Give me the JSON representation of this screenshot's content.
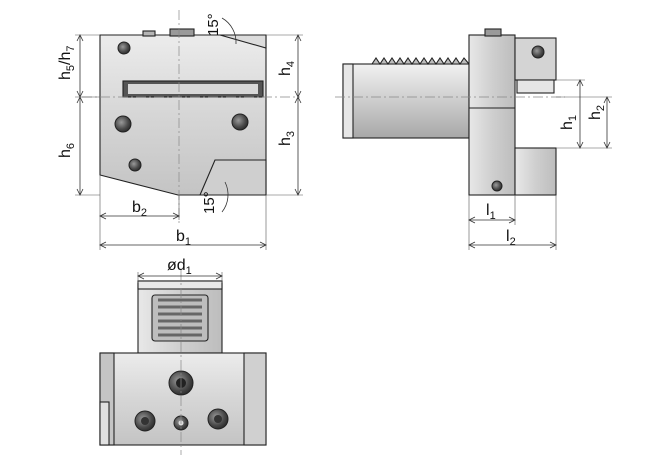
{
  "labels": {
    "h5": "h",
    "h5_sub": "5",
    "h7_sep": "/h",
    "h7_sub": "7",
    "h4": "h",
    "h4_sub": "4",
    "h3": "h",
    "h3_sub": "3",
    "h6": "h",
    "h6_sub": "6",
    "b2": "b",
    "b2_sub": "2",
    "b1": "b",
    "b1_sub": "1",
    "angle_top": "15°",
    "angle_bottom": "15°",
    "h1": "h",
    "h1_sub": "1",
    "h2": "h",
    "h2_sub": "2",
    "l1": "l",
    "l1_sub": "1",
    "l2": "l",
    "l2_sub": "2",
    "d1": "ød",
    "d1_sub": "1"
  },
  "colors": {
    "body_light": "#e4e4e4",
    "body_mid": "#c9c9c9",
    "body_dark": "#9a9a9a",
    "slot_dark": "#555555",
    "hole": "#3a3a3a"
  }
}
